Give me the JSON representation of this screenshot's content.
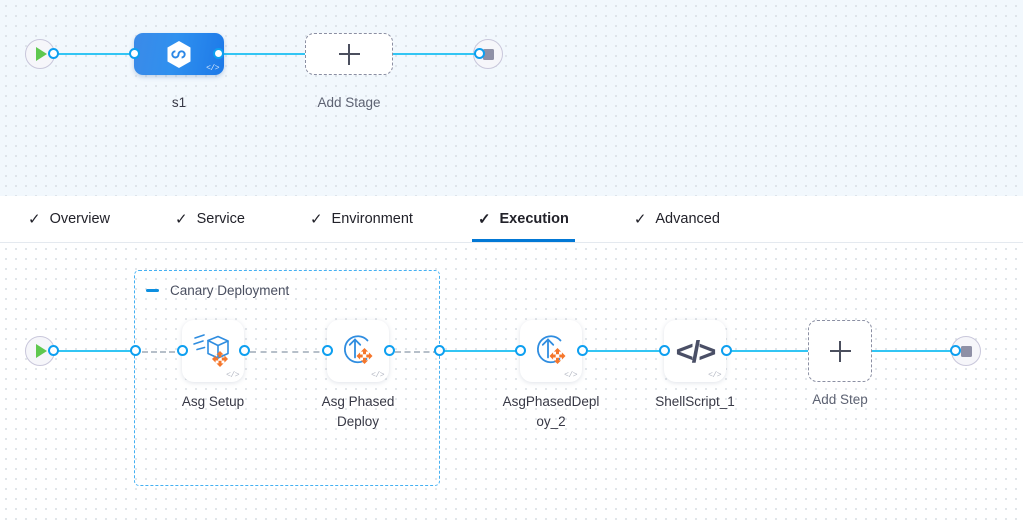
{
  "stage_canvas": {
    "start_node": {
      "icon": "play-icon"
    },
    "end_node": {
      "icon": "stop-icon"
    },
    "stage": {
      "label": "s1",
      "icon": "hexagon-link-icon",
      "badge": "</>"
    },
    "add_stage": {
      "label": "Add Stage",
      "icon": "plus-icon"
    }
  },
  "tabs": [
    {
      "label": "Overview",
      "check": "✓",
      "active": false
    },
    {
      "label": "Service",
      "check": "✓",
      "active": false
    },
    {
      "label": "Environment",
      "check": "✓",
      "active": false
    },
    {
      "label": "Execution",
      "check": "✓",
      "active": true
    },
    {
      "label": "Advanced",
      "check": "✓",
      "active": false
    }
  ],
  "execution_canvas": {
    "start_node": {
      "icon": "play-icon"
    },
    "end_node": {
      "icon": "stop-icon"
    },
    "group": {
      "title": "Canary Deployment",
      "collapse_icon": "minus-icon"
    },
    "steps": [
      {
        "label": "Asg Setup",
        "icon": "asg-setup-icon",
        "badge": "</>"
      },
      {
        "label": "Asg Phased Deploy",
        "icon": "asg-phased-deploy-icon",
        "badge": "</>"
      },
      {
        "label": "AsgPhasedDeploy_2",
        "label_line1": "AsgPhasedDepl",
        "label_line2": "oy_2",
        "icon": "asg-phased-deploy-icon",
        "badge": "</>"
      },
      {
        "label": "ShellScript_1",
        "icon": "code-brackets-icon",
        "badge": "</>"
      }
    ],
    "add_step": {
      "label": "Add Step",
      "icon": "plus-icon"
    }
  },
  "colors": {
    "accent_blue": "#0278d5",
    "link_blue": "#32c5f4",
    "port_blue": "#0d9ff0",
    "group_border": "#44b0f2",
    "orange": "#f5762b",
    "play_green": "#5fc84f",
    "stage_bg": "#f2f8fd"
  }
}
